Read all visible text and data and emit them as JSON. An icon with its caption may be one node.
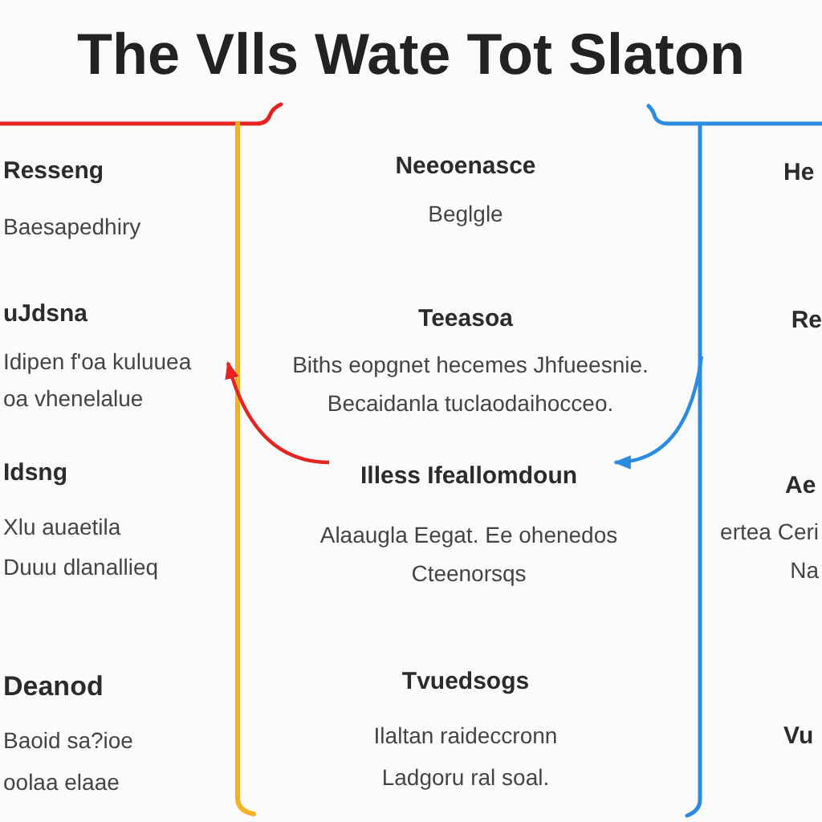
{
  "diagram": {
    "title": "The Vlls Wate Tot Slaton",
    "nodes": [
      {
        "text": [
          "uJdsna",
          "Idipen f'oa kuluuea oa vhenelalue"
        ]
      },
      {
        "text": [
          "Illess Ifeallomdoun",
          "Alaaugla Eegat. Ee ohenedos Cteenorsqs"
        ]
      },
      {
        "text": [
          "Re"
        ]
      }
    ],
    "edges": [
      {
        "from": 1,
        "to": 0,
        "arrow": "to",
        "color": "#e52420"
      },
      {
        "from": 2,
        "to": 1,
        "arrow": "to",
        "color": "#2b8be0"
      }
    ],
    "labels": [
      "Resseng",
      "Baesapedhiry",
      "Idsng",
      "Xlu auaetila Duuu dlanallieq",
      "Deanod",
      "Baoid sa?ioe oolaa elaae",
      "Neeoenasce",
      "Beglgle",
      "Teeasoa",
      "Biths eopgnet hecemes Jhfueesnie. Becaidanla tuclaodaihocceo.",
      "Tvuedsogs",
      "Ilaltan raideccronn Ladgoru ral soal.",
      "He",
      "Ae",
      "ertea Ceri Na",
      "Vu"
    ]
  }
}
